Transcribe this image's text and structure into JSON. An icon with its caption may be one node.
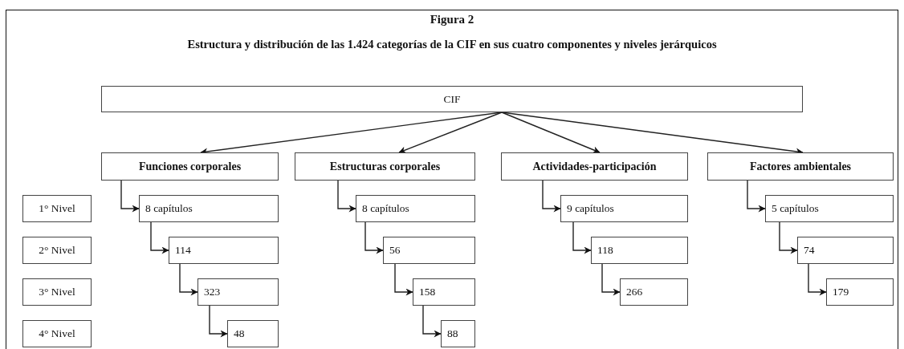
{
  "diagram": {
    "title": "Figura 2",
    "caption": "Estructura y distribución de las 1.424 categorías de la CIF en sus cuatro componentes y niveles jerárquicos",
    "nodes": [
      {
        "text": [
          "CIF"
        ]
      },
      {
        "text": [
          "Funciones corporales"
        ]
      },
      {
        "text": [
          "Estructuras corporales"
        ]
      },
      {
        "text": [
          "Actividades-participación"
        ]
      },
      {
        "text": [
          "Factores ambientales"
        ]
      },
      {
        "text": [
          "1° Nivel"
        ]
      },
      {
        "text": [
          "2° Nivel"
        ]
      },
      {
        "text": [
          "3° Nivel"
        ]
      },
      {
        "text": [
          "4° Nivel"
        ]
      },
      {
        "text": [
          "8 capítulos"
        ]
      },
      {
        "text": [
          "114"
        ]
      },
      {
        "text": [
          "323"
        ]
      },
      {
        "text": [
          "48"
        ]
      },
      {
        "text": [
          "8 capítulos"
        ]
      },
      {
        "text": [
          "56"
        ]
      },
      {
        "text": [
          "158"
        ]
      },
      {
        "text": [
          "88"
        ]
      },
      {
        "text": [
          "9 capítulos"
        ]
      },
      {
        "text": [
          "118"
        ]
      },
      {
        "text": [
          "266"
        ]
      },
      {
        "text": [
          "5 capítulos"
        ]
      },
      {
        "text": [
          "74"
        ]
      },
      {
        "text": [
          "179"
        ]
      }
    ],
    "edges": [
      {
        "from": 0,
        "to": 1,
        "arrow": "to"
      },
      {
        "from": 0,
        "to": 2,
        "arrow": "to"
      },
      {
        "from": 0,
        "to": 3,
        "arrow": "to"
      },
      {
        "from": 0,
        "to": 4,
        "arrow": "to"
      },
      {
        "from": 1,
        "to": 9,
        "arrow": "to"
      },
      {
        "from": 9,
        "to": 10,
        "arrow": "to"
      },
      {
        "from": 10,
        "to": 11,
        "arrow": "to"
      },
      {
        "from": 11,
        "to": 12,
        "arrow": "to"
      },
      {
        "from": 2,
        "to": 13,
        "arrow": "to"
      },
      {
        "from": 13,
        "to": 14,
        "arrow": "to"
      },
      {
        "from": 14,
        "to": 15,
        "arrow": "to"
      },
      {
        "from": 15,
        "to": 16,
        "arrow": "to"
      },
      {
        "from": 3,
        "to": 17,
        "arrow": "to"
      },
      {
        "from": 17,
        "to": 18,
        "arrow": "to"
      },
      {
        "from": 18,
        "to": 19,
        "arrow": "to"
      },
      {
        "from": 4,
        "to": 20,
        "arrow": "to"
      },
      {
        "from": 20,
        "to": 21,
        "arrow": "to"
      },
      {
        "from": 21,
        "to": 22,
        "arrow": "to"
      }
    ]
  }
}
